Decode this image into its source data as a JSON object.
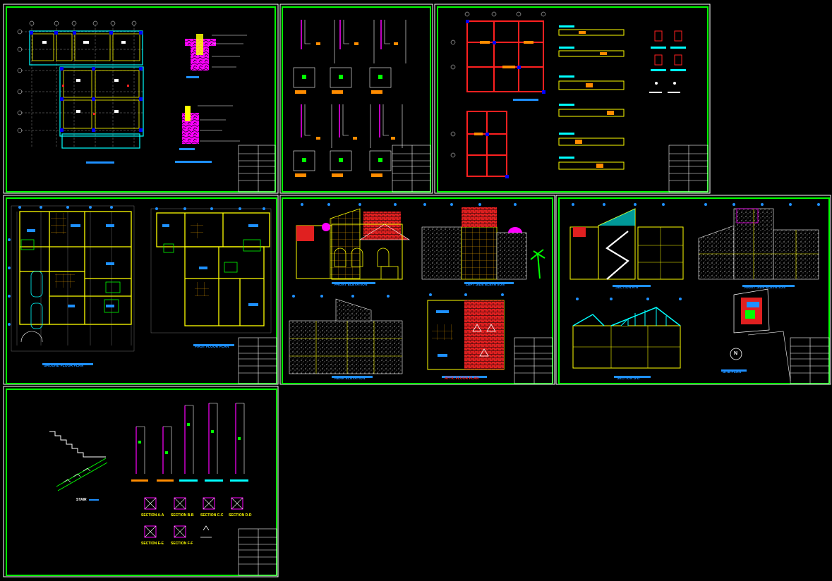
{
  "drawing": {
    "sheets": [
      {
        "id": "sheet-foundation",
        "title_text": ""
      },
      {
        "id": "sheet-column-details",
        "title_text": ""
      },
      {
        "id": "sheet-beam-details",
        "title_text": ""
      },
      {
        "id": "sheet-floor-plans",
        "titles": [
          "GROUND FLOOR PLAN",
          "FIRST FLOOR PLAN"
        ]
      },
      {
        "id": "sheet-elevations",
        "titles": [
          "FRONT ELEVATION",
          "LEFT SIDE ELEVATION",
          "REAR ELEVATION",
          "ATTIC FLOOR PLAN"
        ]
      },
      {
        "id": "sheet-sections",
        "titles": [
          "SECTION A-A",
          "RIGHT SIDE ELEVATION",
          "SECTION B-B",
          "SITE PLAN"
        ]
      },
      {
        "id": "sheet-stair-details",
        "title_text": ""
      }
    ],
    "stair_label": "STAIR",
    "section_labels": [
      "SECTION A-A",
      "SECTION B-B",
      "SECTION C-C",
      "SECTION D-D",
      "SECTION E-E",
      "SECTION F-F"
    ],
    "north_letter": "N",
    "colors": {
      "background": "#000000",
      "sheet_border": "#00ff00",
      "outer_border": "#ffffff",
      "wall": "#ffff00",
      "column": "#0000ff",
      "dimension": "#ffffff",
      "title_bar": "#1e90ff",
      "hatch_red": "#ff2020",
      "orange": "#ff8c00",
      "cyan": "#00ffff",
      "magenta": "#ff00ff"
    }
  }
}
